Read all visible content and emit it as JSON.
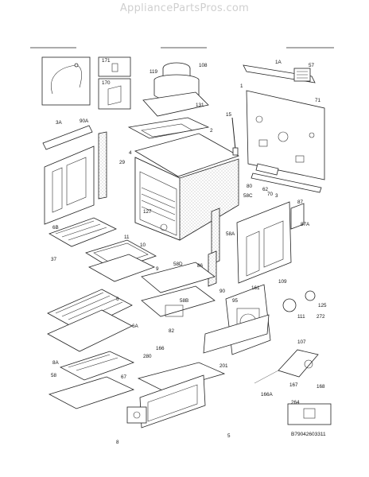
{
  "header": {
    "site": "AppliancePartsPros.com"
  },
  "diagram": {
    "code": "B79042603311",
    "part_labels": [
      "1",
      "1A",
      "2",
      "3",
      "3A",
      "4",
      "5",
      "6",
      "6A",
      "6B",
      "8",
      "8A",
      "9",
      "10",
      "11",
      "15",
      "29",
      "37",
      "57",
      "58",
      "58A",
      "58B",
      "58C",
      "58D",
      "62",
      "67",
      "70",
      "71",
      "80",
      "82",
      "86",
      "87",
      "87A",
      "90",
      "90A",
      "95",
      "107",
      "108",
      "109",
      "111",
      "119",
      "125",
      "127",
      "131",
      "161",
      "166",
      "166A",
      "167",
      "168",
      "170",
      "171",
      "201",
      "264",
      "272",
      "280"
    ]
  },
  "colors": {
    "line": "#222222",
    "stipple": "#9a9a9a",
    "watermark": "#cfcfcf",
    "accent": "#444444"
  }
}
